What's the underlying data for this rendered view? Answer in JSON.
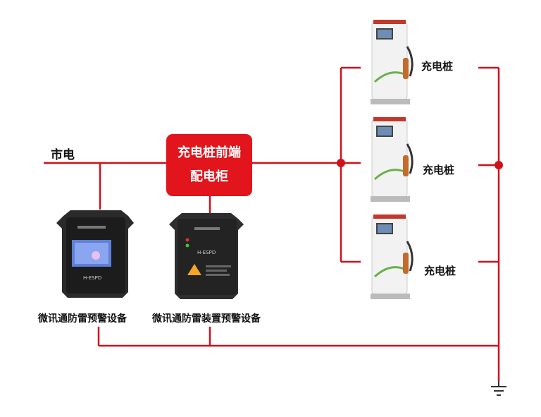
{
  "mains_label": "市电",
  "cabinet": {
    "line1": "充电桩前端",
    "line2": "配电柜"
  },
  "devices": [
    {
      "label": "微讯通防雷预警设备",
      "panel_text": "H-ESPD"
    },
    {
      "label": "微讯通防雷装置预警设备",
      "panel_text": "H-ESPD"
    }
  ],
  "chargers": [
    {
      "label": "充电桩"
    },
    {
      "label": "充电桩"
    },
    {
      "label": "充电桩"
    }
  ],
  "colors": {
    "wire": "#d0101a",
    "cabinet": "#e2141c",
    "device": "#2a2a2a",
    "charger_body": "#f2f2f2"
  },
  "icons": {
    "ground": "ground-symbol-icon",
    "junction": "junction-dot-icon"
  }
}
